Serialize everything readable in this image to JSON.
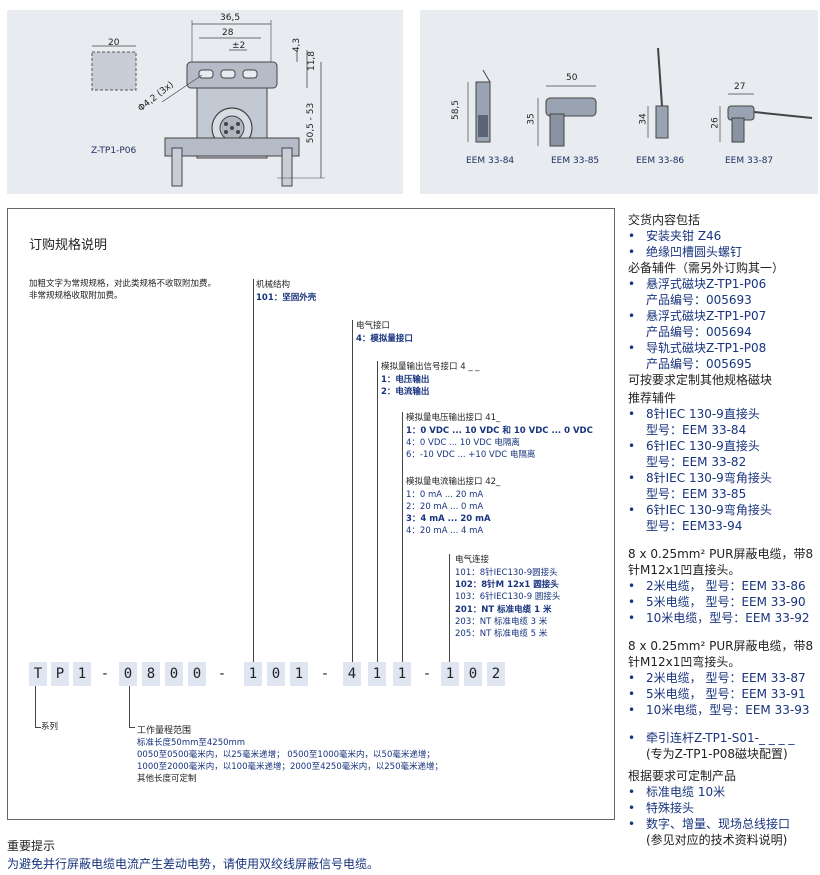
{
  "drawing_left": {
    "w20": "20",
    "w36_5": "36,5",
    "w28": "28",
    "pm2": "±2",
    "h4_3": "4,3",
    "h11_8": "11,8",
    "h50_5": "50,5 - 53",
    "hole": "Φ4,2 (3x)",
    "model": "Z-TP1-P06"
  },
  "drawing_right": {
    "h58_5": "58,5",
    "w50": "50",
    "h35": "35",
    "h34": "34",
    "w27": "27",
    "h26": "26",
    "models": [
      "EEM 33-84",
      "EEM 33-85",
      "EEM 33-86",
      "EEM 33-87"
    ]
  },
  "order": {
    "title": "订购规格说明",
    "note1": "加粗文字为常规规格，对此类规格不收取附加费。",
    "note2": "非常规规格收取附加费。",
    "mech_title": "机械结构",
    "mech_opt": "101：坚固外壳",
    "elec_title": "电气接口",
    "elec_opt": "4：模拟量接口",
    "analog_title": "模拟量输出信号接口 4 _ _",
    "analog_opt1": "1：电压输出",
    "analog_opt2": "2：电流输出",
    "volt_title": "模拟量电压输出接口 41_",
    "volt_opt1": "1：0 VDC ... 10 VDC 和 10 VDC ... 0 VDC",
    "volt_opt2": "4：0 VDC ... 10 VDC 电隔离",
    "volt_opt3": "6：-10 VDC ... +10 VDC 电隔离",
    "curr_title": "模拟量电流输出接口 42_",
    "curr_opt1": "1：0 mA ... 20 mA",
    "curr_opt2": "2：20 mA ... 0 mA",
    "curr_opt3": "3：4 mA ... 20 mA",
    "curr_opt4": "4：20 mA ... 4 mA",
    "conn_title": "电气连接",
    "conn_opt1": "101：8针IEC130-9圆接头",
    "conn_opt2": "102：8针M 12x1 圆接头",
    "conn_opt3": "103：6针IEC130-9 圆接头",
    "conn_opt4": "201：NT 标准电缆 1 米",
    "conn_opt5": "203：NT 标准电缆 3 米",
    "conn_opt6": "205：NT 标准电缆 5 米",
    "code": [
      "T",
      "P",
      "1",
      "-",
      "0",
      "8",
      "0",
      "0",
      "-",
      "1",
      "0",
      "1",
      "-",
      "4",
      "1",
      "1",
      "-",
      "1",
      "0",
      "2"
    ],
    "series": "系列",
    "range_title": "工作量程范围",
    "range1": "标准长度50mm至4250mm",
    "range2": "0050至0500毫米内，以25毫米递增；   0500至1000毫米内，以50毫米递增；",
    "range3": "1000至2000毫米内，以100毫米递增；2000至4250毫米内，以250毫米递增；",
    "range4": "其他长度可定制"
  },
  "notice": {
    "title": "重要提示",
    "text": "为避免并行屏蔽电缆电流产生差动电势，请使用双绞线屏蔽信号电缆。"
  },
  "sidebar": {
    "delivery_title": "交货内容包括",
    "delivery": [
      "安装夹钳 Z46",
      "绝缘凹槽圆头螺钉"
    ],
    "required_title": "必备辅件（需另外订购其一）",
    "required": [
      {
        "name": "悬浮式磁块Z-TP1-P06",
        "code": "产品编号：005693"
      },
      {
        "name": "悬浮式磁块Z-TP1-P07",
        "code": "产品编号：005694"
      },
      {
        "name": "导轨式磁块Z-TP1-P08",
        "code": "产品编号：005695"
      }
    ],
    "custom_magnet": "可按要求定制其他规格磁块",
    "recommended_title": "推荐辅件",
    "recommended": [
      {
        "name": "8针IEC 130-9直接头",
        "code": "型号：EEM 33-84"
      },
      {
        "name": "6针IEC 130-9直接头",
        "code": "型号：EEM 33-82"
      },
      {
        "name": "8针IEC 130-9弯角接头",
        "code": "型号：EEM 33-85"
      },
      {
        "name": "6针IEC 130-9弯角接头",
        "code": "型号：EEM33-94"
      }
    ],
    "cable1_line1": "8 x 0.25mm² PUR屏蔽电缆，带8",
    "cable1_line2": "针M12x1凹直接头。",
    "cable1": [
      "2米电缆，  型号：EEM 33-86",
      "5米电缆，  型号：EEM 33-90",
      "10米电缆，型号：EEM 33-92"
    ],
    "cable2_line1": "8 x 0.25mm² PUR屏蔽电缆，带8",
    "cable2_line2": "针M12x1凹弯接头。",
    "cable2": [
      "2米电缆，  型号：EEM 33-87",
      "5米电缆，  型号：EEM 33-91",
      "10米电缆，型号：EEM 33-93"
    ],
    "rod": "牵引连杆Z-TP1-S01-_ _ _ _",
    "rod_note": "(专为Z-TP1-P08磁块配置)",
    "custom_title": "根据要求可定制产品",
    "custom": [
      "标准电缆 10米",
      "特殊接头",
      "数字、增量、现场总线接口"
    ],
    "custom_note": "(参见对应的技术资料说明)"
  }
}
